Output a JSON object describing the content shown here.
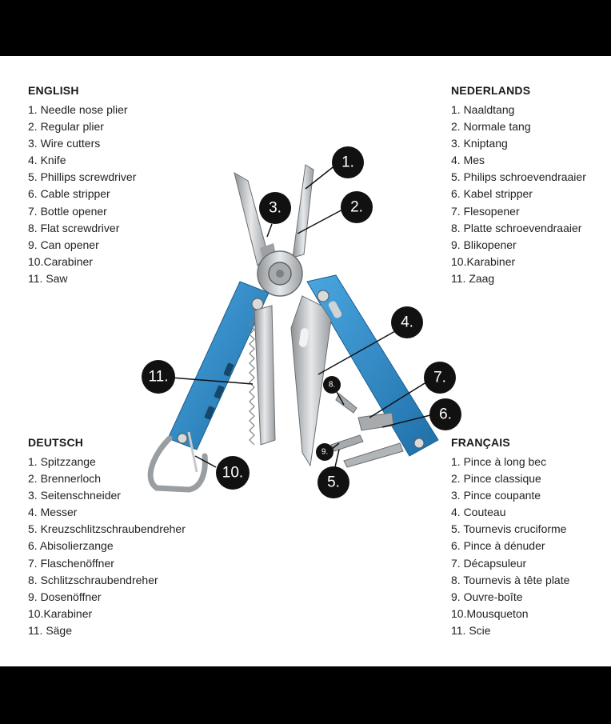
{
  "languages": [
    {
      "id": "en",
      "title": "ENGLISH",
      "items": [
        "1. Needle nose plier",
        "2. Regular plier",
        "3. Wire cutters",
        "4. Knife",
        "5. Phillips screwdriver",
        "6. Cable stripper",
        "7. Bottle opener",
        "8. Flat screwdriver",
        "9. Can opener",
        "10.Carabiner",
        "11. Saw"
      ]
    },
    {
      "id": "nl",
      "title": "NEDERLANDS",
      "items": [
        "1. Naaldtang",
        "2. Normale tang",
        "3. Kniptang",
        "4. Mes",
        "5. Philips schroevendraaier",
        "6. Kabel stripper",
        "7. Flesopener",
        "8. Platte schroevendraaier",
        "9. Blikopener",
        "10.Karabiner",
        "11. Zaag"
      ]
    },
    {
      "id": "de",
      "title": "DEUTSCH",
      "items": [
        "1. Spitzzange",
        "2. Brennerloch",
        "3. Seitenschneider",
        "4. Messer",
        "5. Kreuzschlitzschraubendreher",
        "6. Abisolierzange",
        "7. Flaschenöffner",
        "8. Schlitzschraubendreher",
        "9. Dosenöffner",
        "10.Karabiner",
        "11. Säge"
      ]
    },
    {
      "id": "fr",
      "title": "FRANÇAIS",
      "items": [
        "1. Pince à long bec",
        "2. Pince classique",
        "3. Pince coupante",
        "4. Couteau",
        "5. Tournevis cruciforme",
        "6. Pince à dénuder",
        "7. Décapsuleur",
        "8. Tournevis à tête plate",
        "9. Ouvre-boîte",
        "10.Mousqueton",
        "11. Scie"
      ]
    }
  ],
  "callouts": [
    "1.",
    "2.",
    "3.",
    "4.",
    "5.",
    "6.",
    "7.",
    "8.",
    "9.",
    "10.",
    "11."
  ],
  "colors": {
    "handle_blue": "#2f8ccc",
    "steel": "#b9bcbf",
    "callout_fill": "#111111"
  }
}
